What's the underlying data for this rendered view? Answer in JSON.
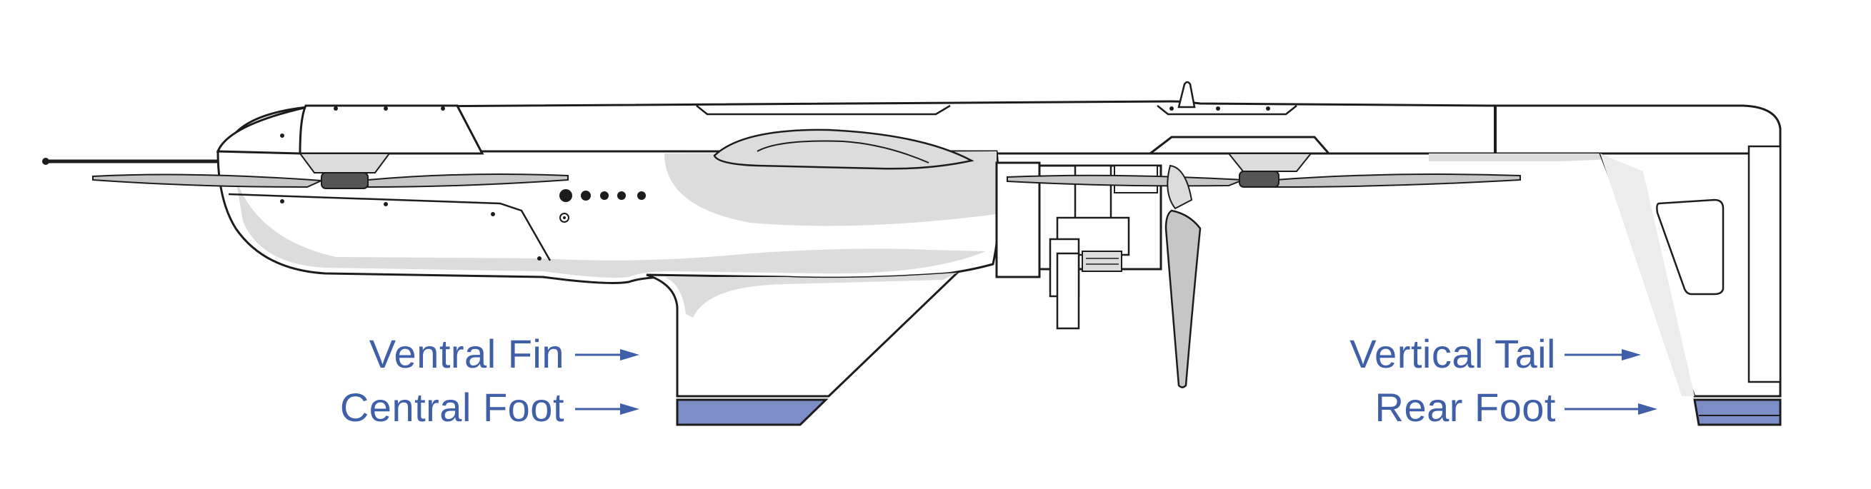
{
  "colors": {
    "label": "#3f5fa8",
    "foot_fill": "#7d8ec6",
    "outline": "#1c1c1c",
    "shade": "#dcdcdc",
    "prop": "#c6c6c6",
    "body": "#ffffff"
  },
  "callouts": {
    "ventral_fin": "Ventral Fin",
    "central_foot": "Central Foot",
    "vertical_tail": "Vertical Tail",
    "rear_foot": "Rear Foot"
  }
}
